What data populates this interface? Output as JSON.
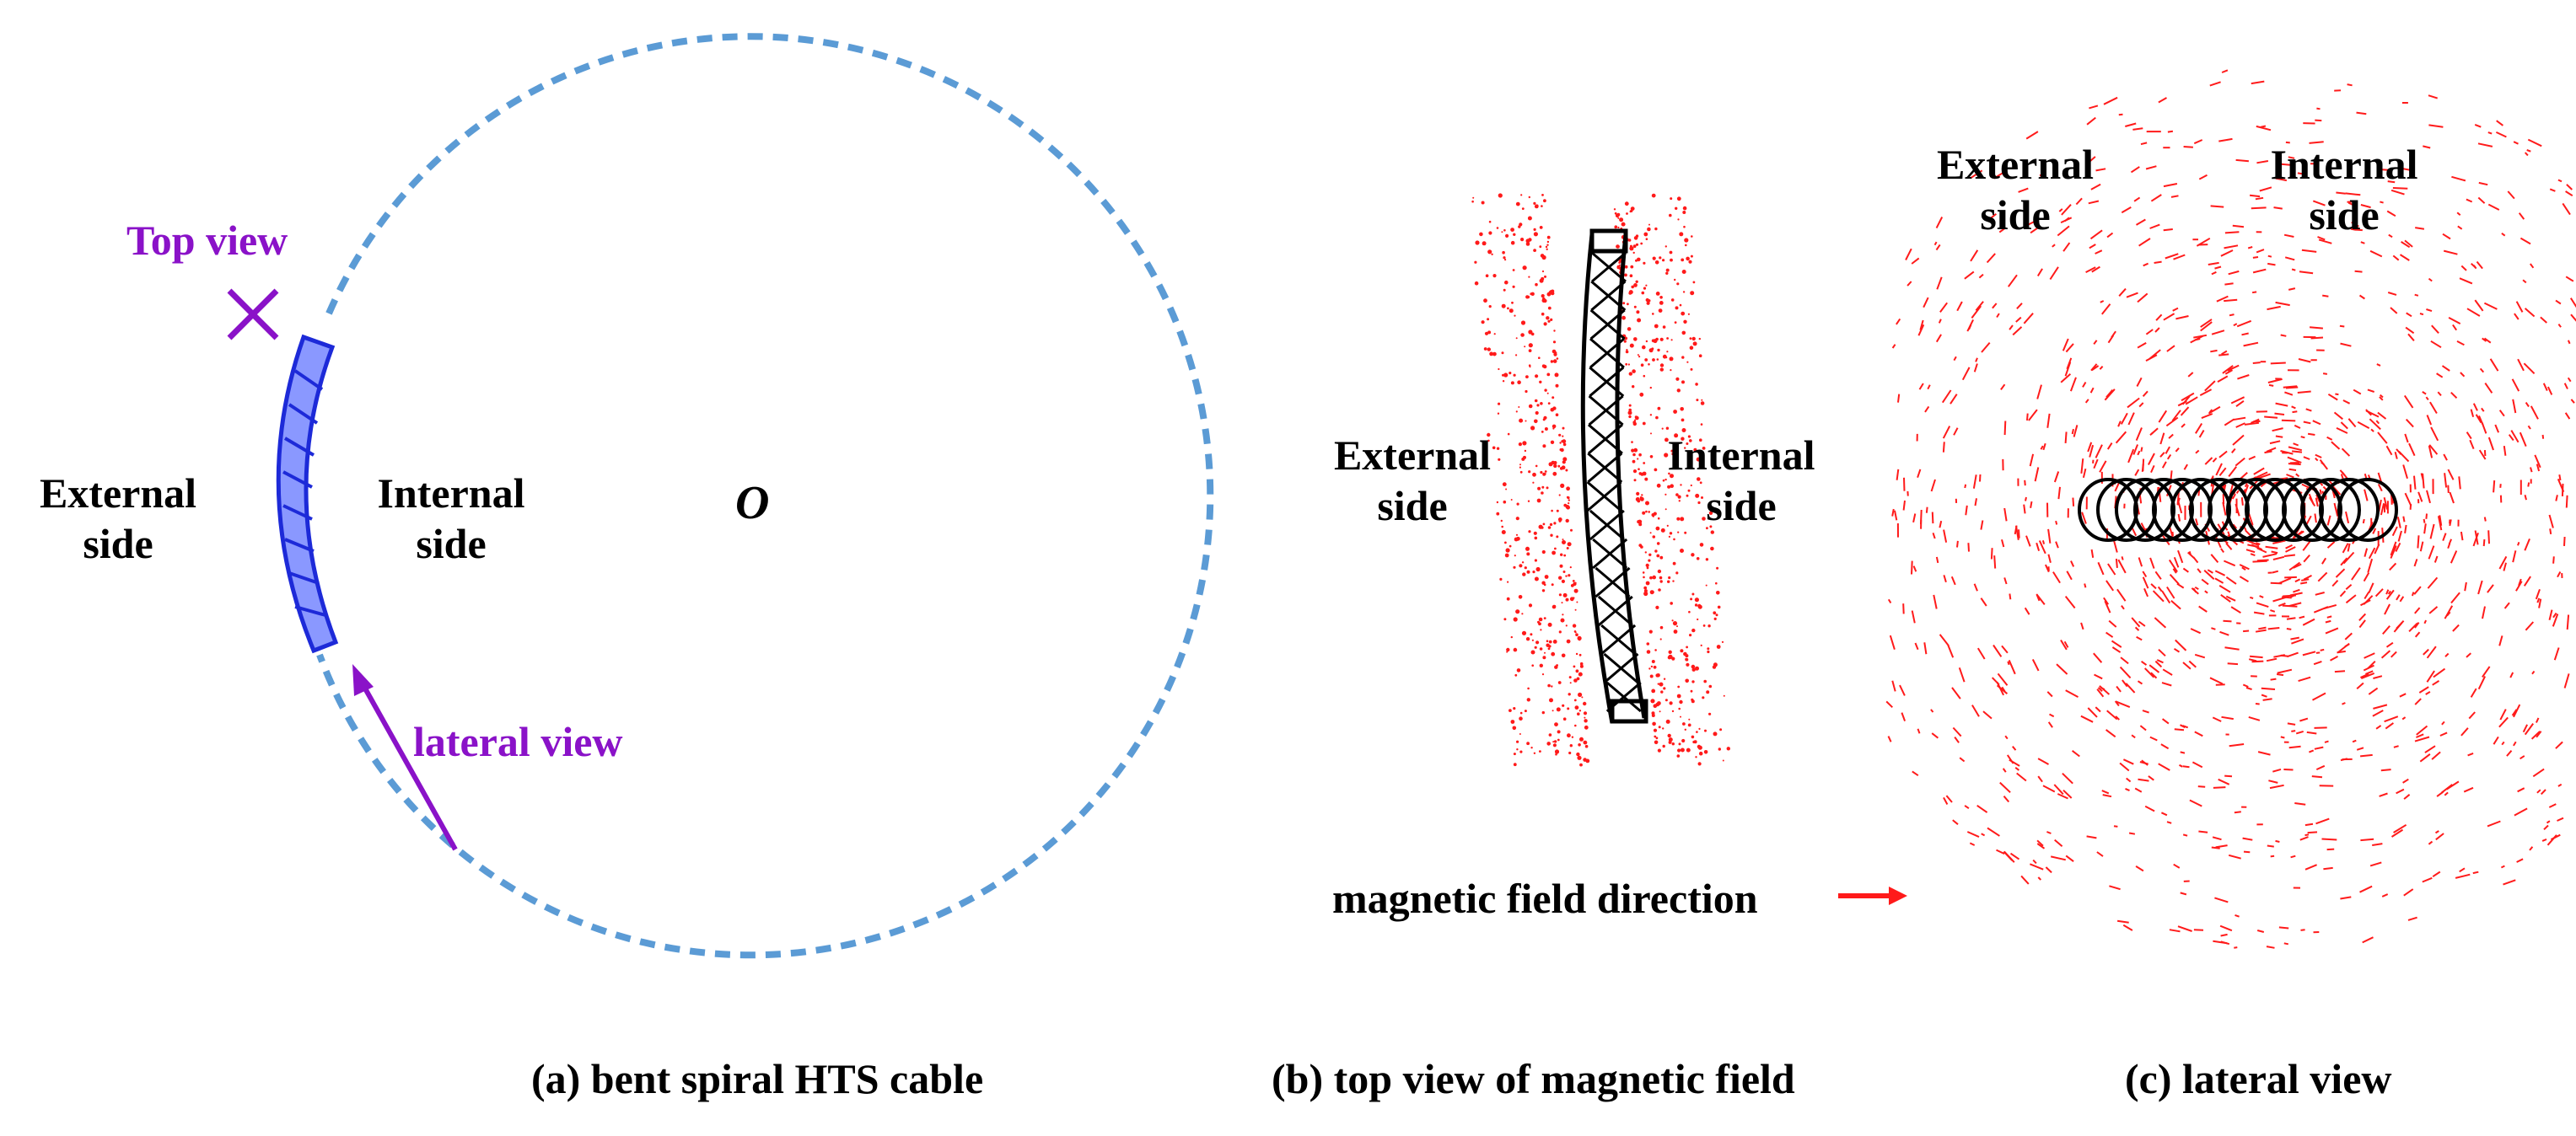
{
  "panel_a": {
    "top_view": "Top view",
    "top_view_marker": "cross-icon",
    "external_line1": "External",
    "external_line2": "side",
    "internal_line1": "Internal",
    "internal_line2": "side",
    "origin": "O",
    "lateral_view": "lateral view",
    "caption": "(a) bent spiral HTS cable"
  },
  "panel_b": {
    "external_line1": "External",
    "external_line2": "side",
    "internal_line1": "Internal",
    "internal_line2": "side",
    "legend": "magnetic field direction",
    "caption": "(b) top view of magnetic field"
  },
  "panel_c": {
    "external_line1": "External",
    "external_line2": "side",
    "internal_line1": "Internal",
    "internal_line2": "side",
    "caption": "(c) lateral view"
  },
  "colors": {
    "circle": "#5b9bd5",
    "cable": "#2f3de0",
    "annotation": "#8a12c8",
    "field": "#ff1a1a"
  }
}
